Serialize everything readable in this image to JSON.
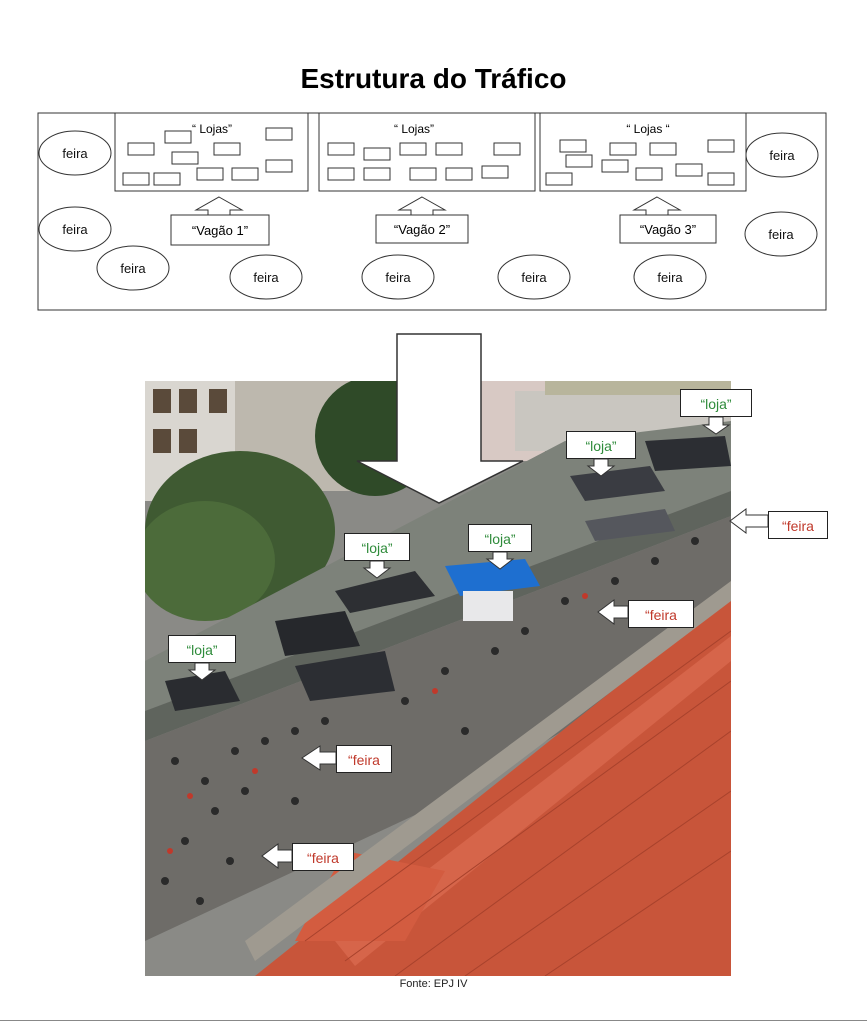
{
  "title": "Estrutura do Tráfico",
  "diagram": {
    "lojas_labels": [
      "“ Lojas”",
      "“ Lojas”",
      "“ Lojas “"
    ],
    "vagao_labels": [
      "“Vagão 1”",
      "“Vagão 2”",
      "“Vagão 3”"
    ],
    "feira_label": "feira"
  },
  "photo": {
    "loja_label": "“loja”",
    "feira_label": "“feira",
    "colors": {
      "loja": "#2e8b3a",
      "feira": "#c0392b",
      "roof": "#c8553a",
      "tarp_blue": "#1e6fd0"
    }
  },
  "source": "Fonte: EPJ IV"
}
